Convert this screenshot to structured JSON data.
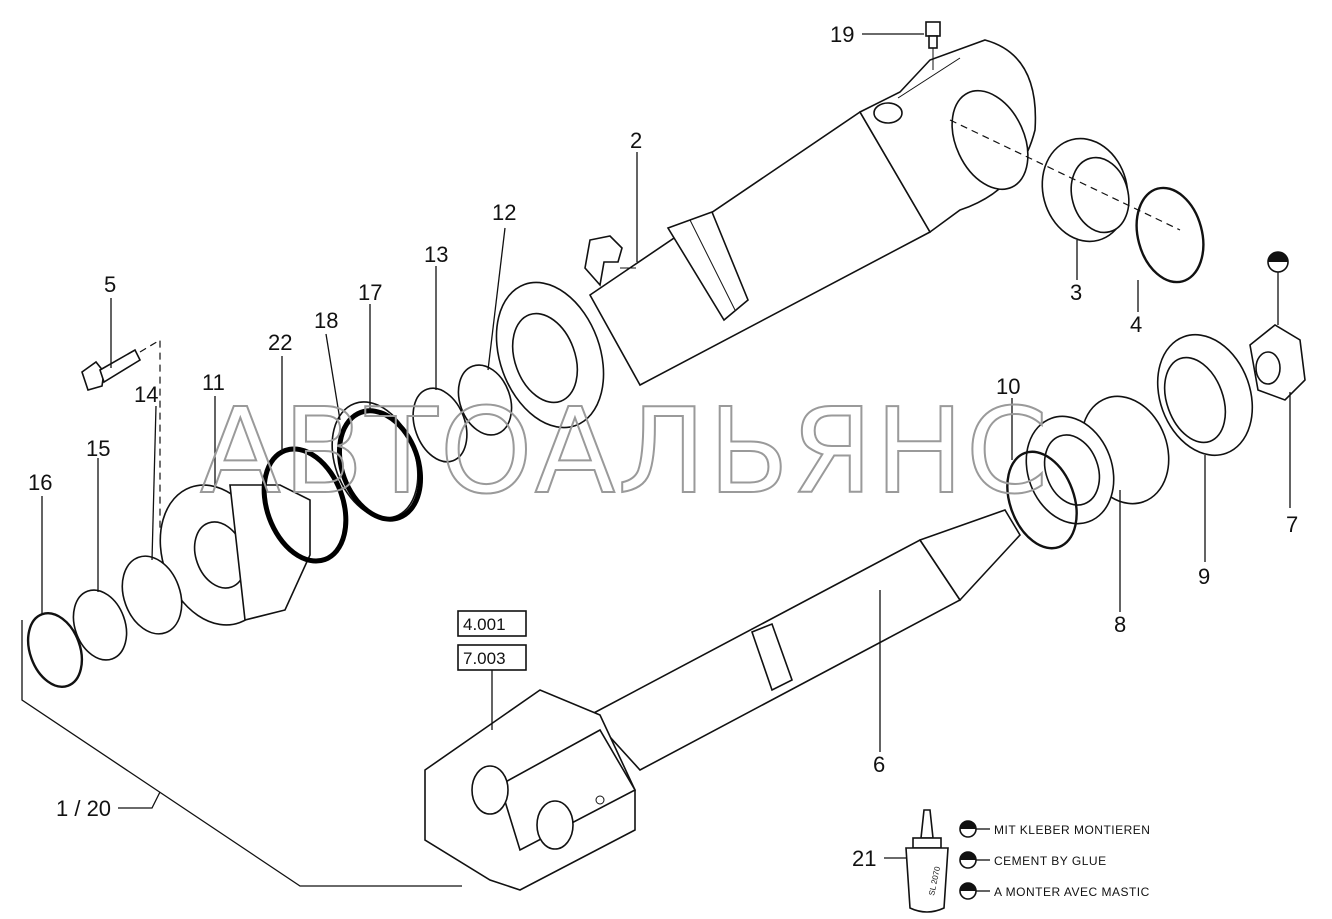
{
  "watermark": "АВТОАЛЬЯНС",
  "part_labels": {
    "p1_20": "1 / 20",
    "p2": "2",
    "p3": "3",
    "p4": "4",
    "p5": "5",
    "p6": "6",
    "p7": "7",
    "p8": "8",
    "p9": "9",
    "p10": "10",
    "p11": "11",
    "p12": "12",
    "p13": "13",
    "p14": "14",
    "p15": "15",
    "p16": "16",
    "p17": "17",
    "p18": "18",
    "p19": "19",
    "p21": "21",
    "p22": "22"
  },
  "ref_boxes": [
    "4.001",
    "7.003"
  ],
  "glue_tube_text": "SL 2070",
  "legend": [
    "MIT KLEBER MONTIEREN",
    "CEMENT BY GLUE",
    "A MONTER AVEC MASTIC"
  ],
  "colors": {
    "ink": "#111111",
    "watermark": "#9a9a9a",
    "background": "#ffffff"
  }
}
